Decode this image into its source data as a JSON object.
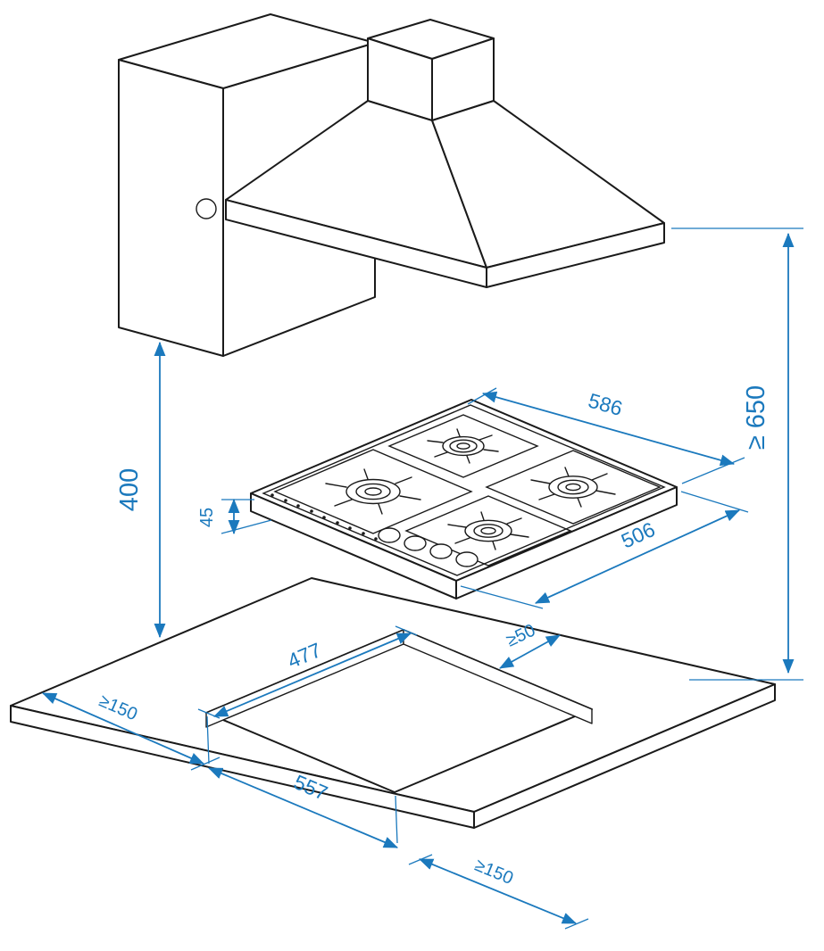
{
  "diagram": {
    "colors": {
      "drawing_line": "#1a1a1a",
      "dimension": "#1b79bd",
      "background": "#ffffff"
    },
    "dimensions": {
      "hood_to_worktop": "≥ 650",
      "cabinet_to_worktop": "400",
      "hob_width": "586",
      "hob_depth": "506",
      "hob_installation_height": "45",
      "cutout_depth": "477",
      "cutout_width": "557",
      "clearance_left": "≥150",
      "clearance_rear": "≥50",
      "clearance_front": "≥150"
    }
  }
}
